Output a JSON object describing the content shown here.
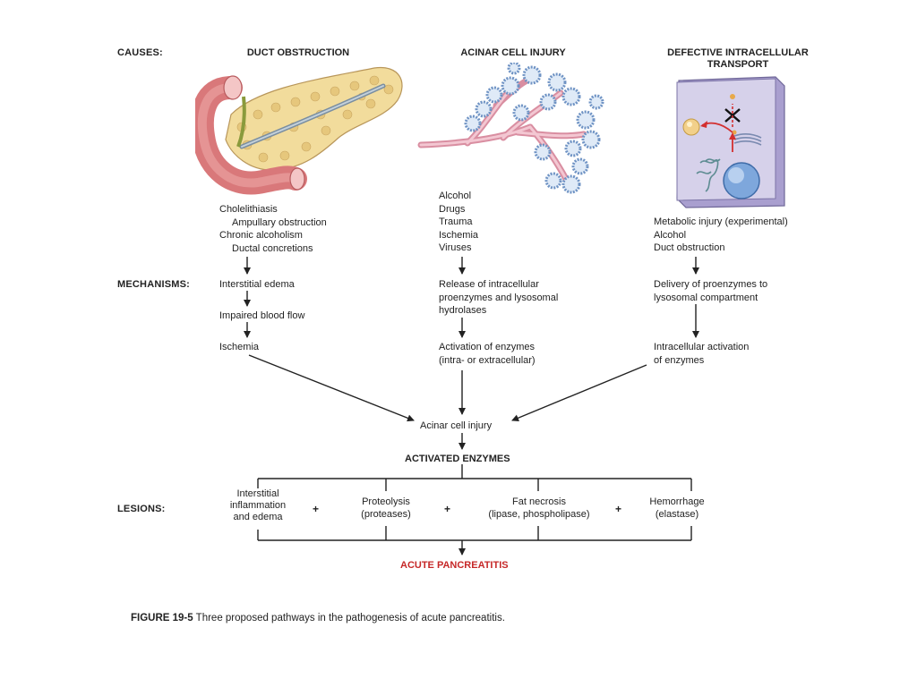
{
  "row_labels": {
    "causes": "CAUSES:",
    "mechanisms": "MECHANISMS:",
    "lesions": "LESIONS:"
  },
  "columns": [
    {
      "heading": "DUCT OBSTRUCTION",
      "causes": [
        "Cholelithiasis",
        "Ampullary obstruction",
        "Chronic alcoholism",
        "Ductal concretions"
      ],
      "mechanisms": [
        "Interstitial edema",
        "Impaired blood flow",
        "Ischemia"
      ]
    },
    {
      "heading": "ACINAR CELL INJURY",
      "causes": [
        "Alcohol",
        "Drugs",
        "Trauma",
        "Ischemia",
        "Viruses"
      ],
      "mechanisms": [
        "Release of intracellular",
        "proenzymes and lysosomal",
        "hydrolases",
        "Activation of enzymes",
        "(intra- or extracellular)"
      ]
    },
    {
      "heading_line1": "DEFECTIVE INTRACELLULAR",
      "heading_line2": "TRANSPORT",
      "causes": [
        "Metabolic injury (experimental)",
        "Alcohol",
        "Duct obstruction"
      ],
      "mechanisms": [
        "Delivery of proenzymes to",
        "lysosomal compartment",
        "Intracellular activation",
        "of enzymes"
      ]
    }
  ],
  "convergence": {
    "acinar_cell_injury": "Acinar cell injury",
    "activated_enzymes": "ACTIVATED ENZYMES"
  },
  "lesions": [
    {
      "line1": "Interstitial",
      "line2": "inflammation",
      "line3": "and edema"
    },
    {
      "line1": "Proteolysis",
      "line2": "(proteases)"
    },
    {
      "line1": "Fat necrosis",
      "line2": "(lipase, phospholipase)"
    },
    {
      "line1": "Hemorrhage",
      "line2": "(elastase)"
    }
  ],
  "plus": "+",
  "outcome": "ACUTE PANCREATITIS",
  "caption": {
    "label": "FIGURE 19-5",
    "text": "Three proposed pathways in the pathogenesis of acute pancreatitis."
  },
  "colors": {
    "outcome": "#c62828",
    "pancreas": "#f2dc9c",
    "duodenum": "#d9787a",
    "acinar_duct": "#e9a7b6",
    "acinus": "#9ec3e8",
    "cell": "#c9c3e3"
  }
}
